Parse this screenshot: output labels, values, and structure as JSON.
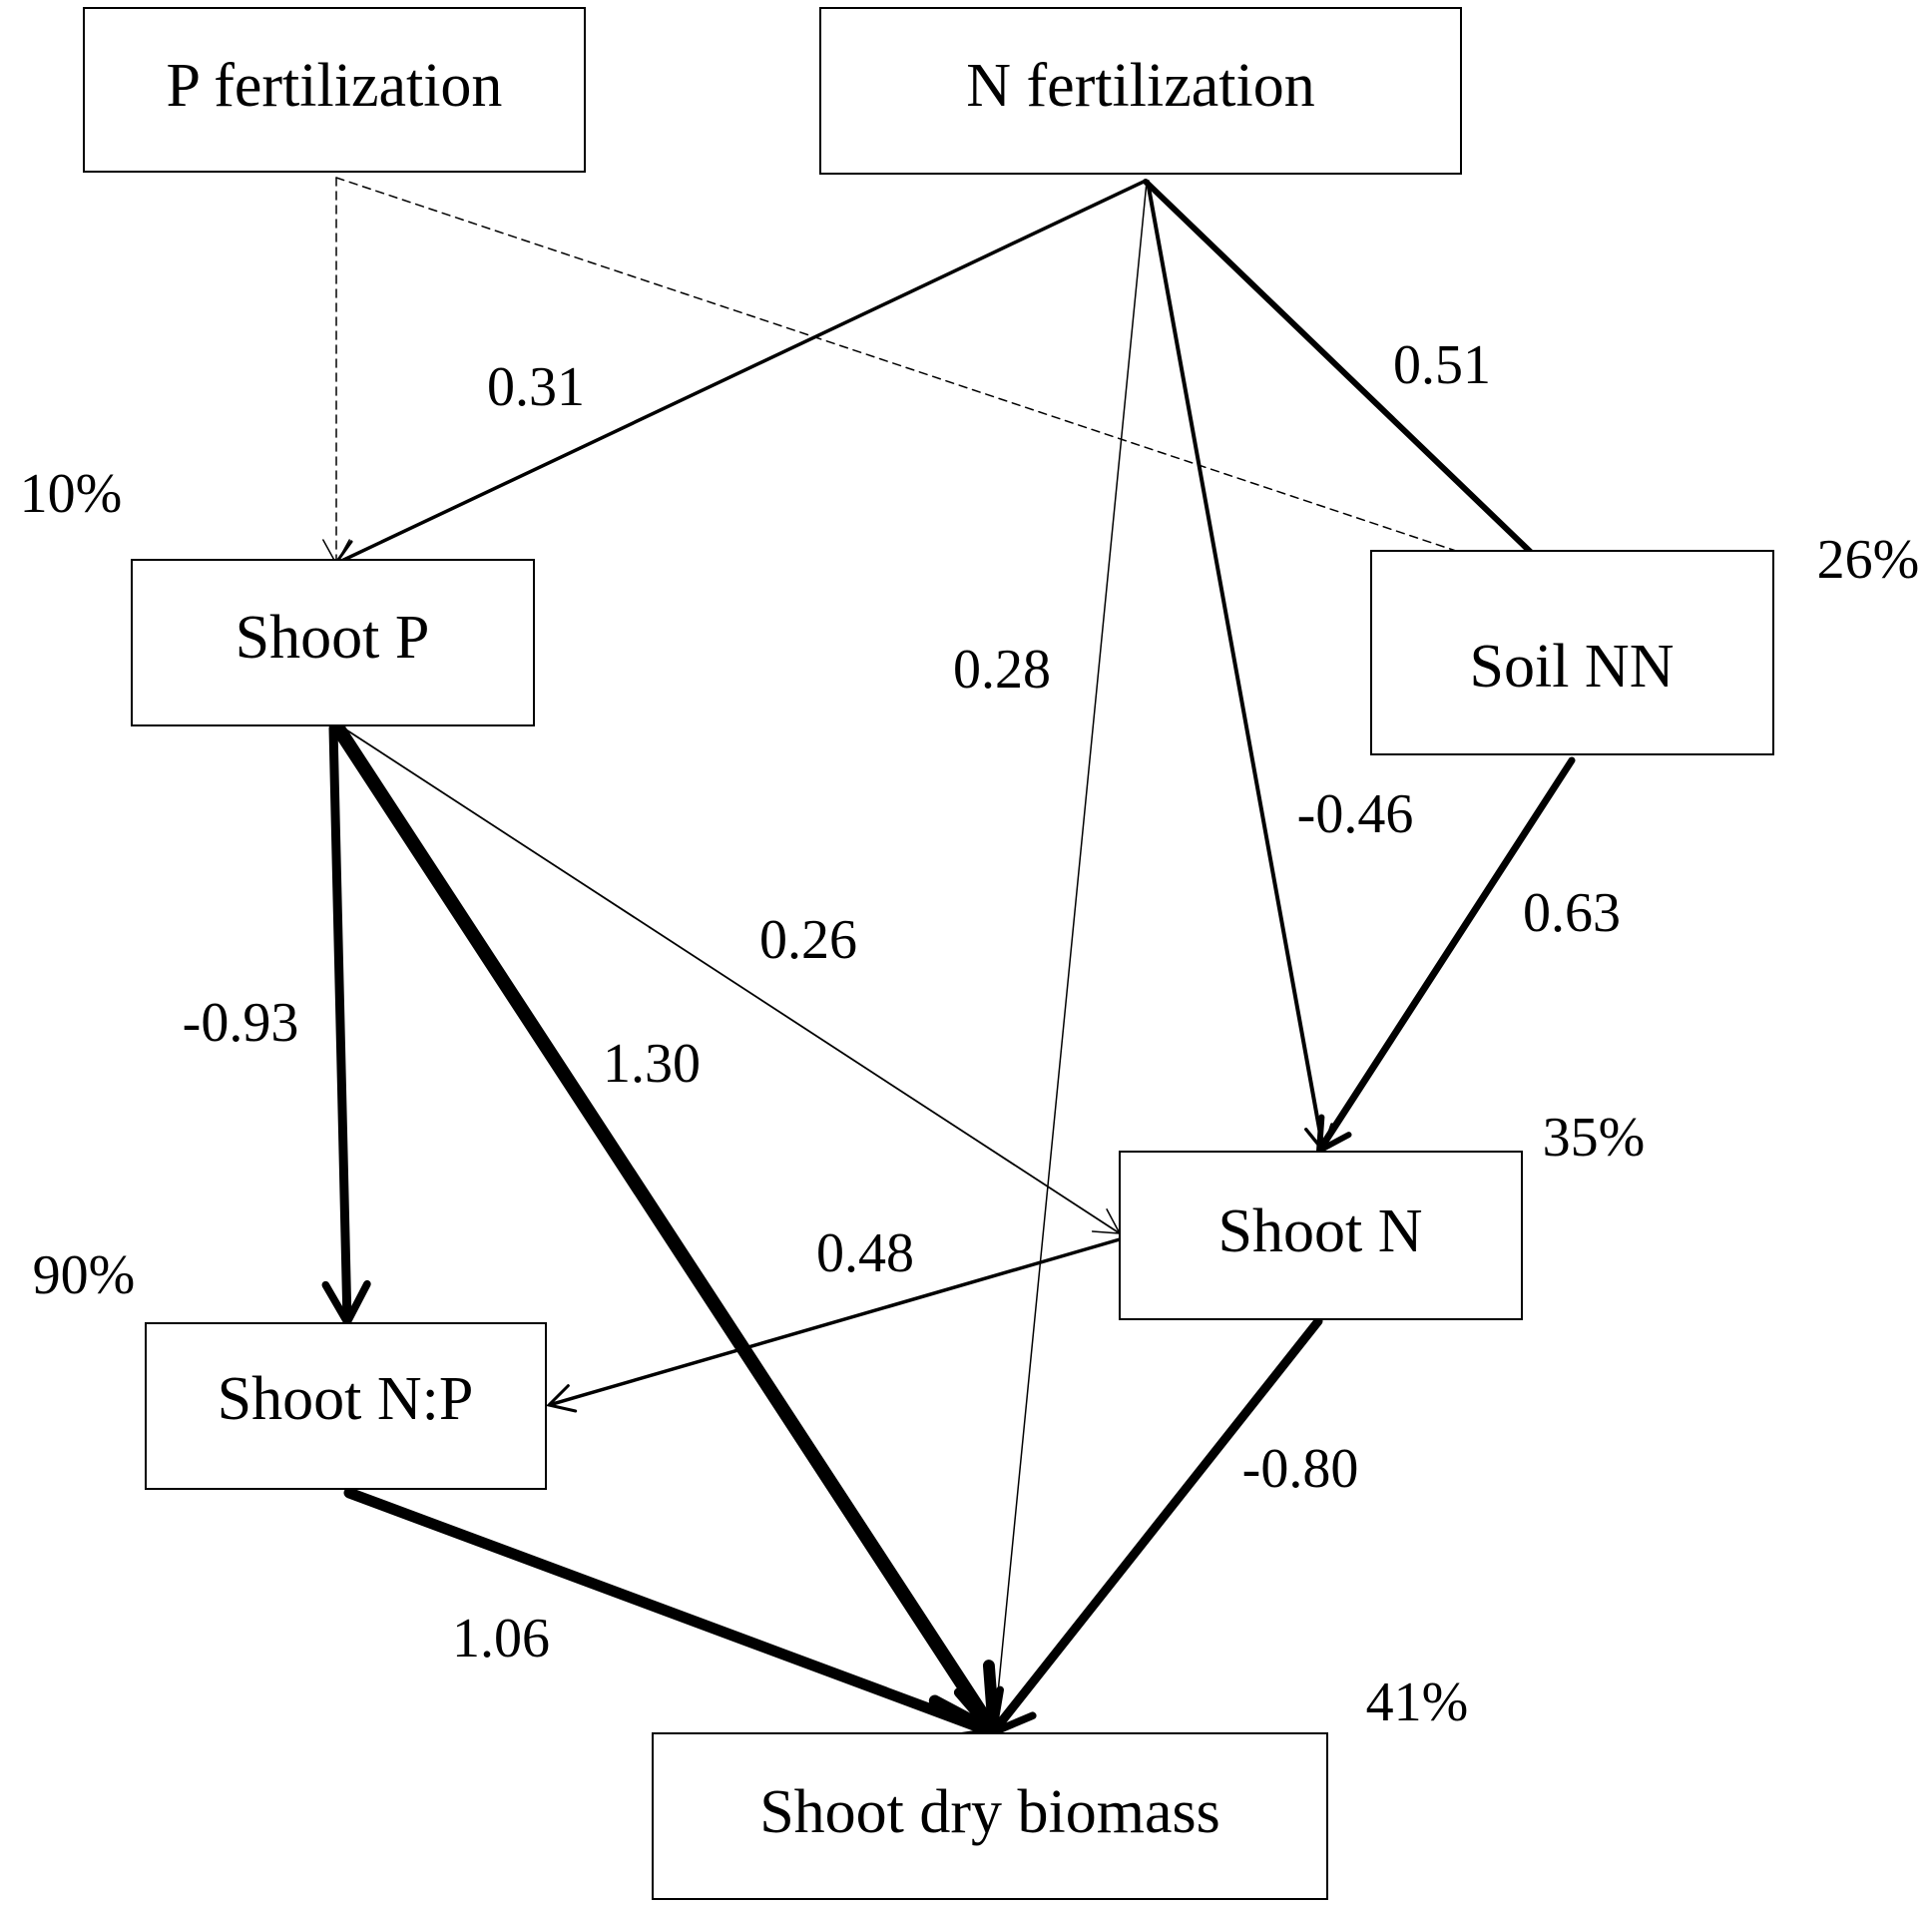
{
  "nodes": {
    "p_fert": {
      "label": "P fertilization"
    },
    "n_fert": {
      "label": "N fertilization"
    },
    "shoot_p": {
      "label": "Shoot P"
    },
    "soil_nn": {
      "label": "Soil NN"
    },
    "shoot_n": {
      "label": "Shoot N"
    },
    "shoot_np": {
      "label": "Shoot N:P"
    },
    "shoot_bio": {
      "label": "Shoot dry biomass"
    }
  },
  "r_squared": {
    "shoot_p": "10%",
    "soil_nn": "26%",
    "shoot_n": "35%",
    "shoot_np": "90%",
    "shoot_bio": "41%"
  },
  "paths": [
    {
      "from": "n_fert",
      "to": "shoot_p",
      "coef": "0.31",
      "style": "solid"
    },
    {
      "from": "n_fert",
      "to": "soil_nn",
      "coef": "0.51",
      "style": "solid"
    },
    {
      "from": "n_fert",
      "to": "shoot_bio",
      "coef": "0.28",
      "style": "solid"
    },
    {
      "from": "n_fert",
      "to": "shoot_n",
      "coef": "-0.46",
      "style": "solid"
    },
    {
      "from": "soil_nn",
      "to": "shoot_n",
      "coef": "0.63",
      "style": "solid"
    },
    {
      "from": "shoot_p",
      "to": "shoot_np",
      "coef": "-0.93",
      "style": "solid"
    },
    {
      "from": "shoot_p",
      "to": "shoot_bio",
      "coef": "1.30",
      "style": "solid"
    },
    {
      "from": "shoot_p",
      "to": "shoot_n",
      "coef": "0.26",
      "style": "solid"
    },
    {
      "from": "shoot_n",
      "to": "shoot_np",
      "coef": "0.48",
      "style": "solid"
    },
    {
      "from": "shoot_n",
      "to": "shoot_bio",
      "coef": "-0.80",
      "style": "solid"
    },
    {
      "from": "shoot_np",
      "to": "shoot_bio",
      "coef": "1.06",
      "style": "solid"
    },
    {
      "from": "p_fert",
      "to": "shoot_p",
      "coef": "",
      "style": "dashed"
    },
    {
      "from": "p_fert",
      "to": "soil_nn",
      "coef": "",
      "style": "dashed"
    }
  ]
}
